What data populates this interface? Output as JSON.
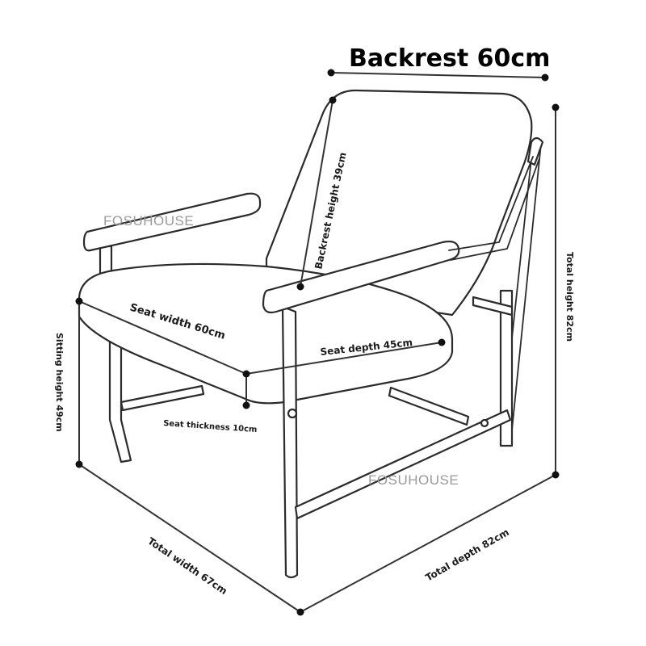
{
  "title": "Backrest 60cm",
  "brand": "FOSUHOUSE",
  "labels": {
    "backrest_height": "Backrest height 39cm",
    "seat_width": "Seat width 60cm",
    "seat_depth": "Seat depth 45cm",
    "sitting_height": "Sitting height 49cm",
    "seat_thickness": "Seat thickness 10cm",
    "total_height": "Total height 82cm",
    "total_width": "Total width 67cm",
    "total_depth": "Total depth 82cm"
  },
  "colors": {
    "line": "#2b2b2b",
    "dot": "#111111",
    "brand": "#9a9a9a"
  }
}
